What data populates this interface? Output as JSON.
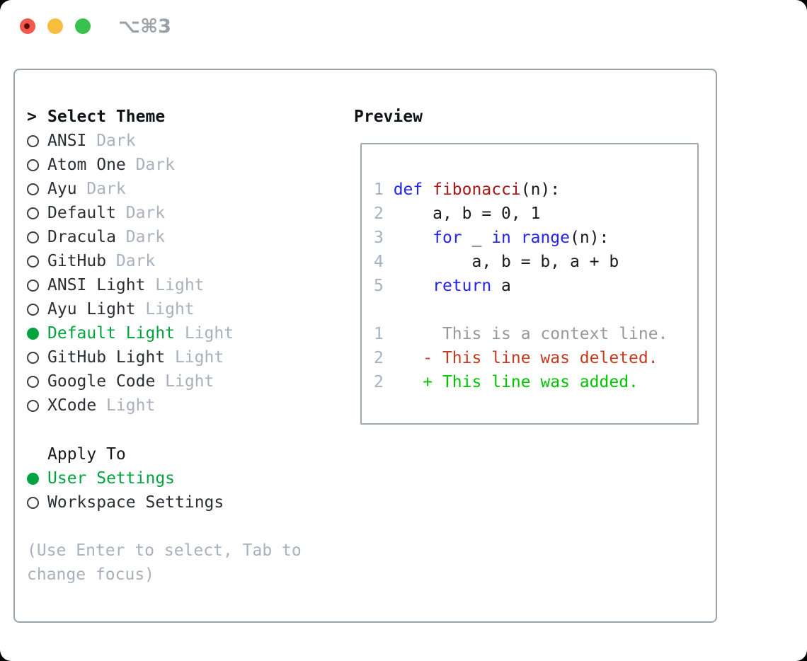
{
  "window": {
    "title": "⌥⌘3",
    "traffic_lights": [
      "close",
      "minimize",
      "zoom"
    ]
  },
  "theme_list": {
    "header_prefix": ">",
    "header": "Select Theme",
    "items": [
      {
        "name": "ANSI",
        "variant": "Dark",
        "selected": false
      },
      {
        "name": "Atom One",
        "variant": "Dark",
        "selected": false
      },
      {
        "name": "Ayu",
        "variant": "Dark",
        "selected": false
      },
      {
        "name": "Default",
        "variant": "Dark",
        "selected": false
      },
      {
        "name": "Dracula",
        "variant": "Dark",
        "selected": false
      },
      {
        "name": "GitHub",
        "variant": "Dark",
        "selected": false
      },
      {
        "name": "ANSI Light",
        "variant": "Light",
        "selected": false
      },
      {
        "name": "Ayu Light",
        "variant": "Light",
        "selected": false
      },
      {
        "name": "Default Light",
        "variant": "Light",
        "selected": true
      },
      {
        "name": "GitHub Light",
        "variant": "Light",
        "selected": false
      },
      {
        "name": "Google Code",
        "variant": "Light",
        "selected": false
      },
      {
        "name": "XCode",
        "variant": "Light",
        "selected": false
      }
    ]
  },
  "apply_to": {
    "header": "Apply To",
    "options": [
      {
        "label": "User Settings",
        "selected": true
      },
      {
        "label": "Workspace Settings",
        "selected": false
      }
    ]
  },
  "hint_lines": [
    "(Use Enter to select, Tab to",
    "change focus)"
  ],
  "preview": {
    "header": "Preview",
    "lines": [
      [
        {
          "t": "1 ",
          "s": "ln"
        },
        {
          "t": "def",
          "s": "kw"
        },
        {
          "t": " ",
          "s": "code"
        },
        {
          "t": "fibonacci",
          "s": "fn"
        },
        {
          "t": "(n):",
          "s": "code"
        }
      ],
      [
        {
          "t": "2 ",
          "s": "ln"
        },
        {
          "t": "    a, b = 0, 1",
          "s": "code"
        }
      ],
      [
        {
          "t": "3 ",
          "s": "ln"
        },
        {
          "t": "    ",
          "s": "code"
        },
        {
          "t": "for",
          "s": "kw"
        },
        {
          "t": " _ ",
          "s": "code"
        },
        {
          "t": "in",
          "s": "kw"
        },
        {
          "t": " ",
          "s": "code"
        },
        {
          "t": "range",
          "s": "kw"
        },
        {
          "t": "(n):",
          "s": "code"
        }
      ],
      [
        {
          "t": "4 ",
          "s": "ln"
        },
        {
          "t": "        a, b = b, a + b",
          "s": "code"
        }
      ],
      [
        {
          "t": "5 ",
          "s": "ln"
        },
        {
          "t": "    ",
          "s": "code"
        },
        {
          "t": "return",
          "s": "kw"
        },
        {
          "t": " a",
          "s": "code"
        }
      ],
      [],
      [
        {
          "t": "1",
          "s": "ln"
        },
        {
          "t": "      This is a context line.",
          "s": "ctx"
        }
      ],
      [
        {
          "t": "2",
          "s": "ln"
        },
        {
          "t": "    - This line was deleted.",
          "s": "del"
        }
      ],
      [
        {
          "t": "2",
          "s": "ln"
        },
        {
          "t": "    + This line was added.",
          "s": "add"
        }
      ]
    ]
  },
  "colors": {
    "selected_green": "#00a33e",
    "added_green": "#00c300",
    "deleted_red": "#c43a1f",
    "keyword_blue": "#2323f0",
    "function_red": "#a61717",
    "muted_gray": "#a9b1bc",
    "line_number_gray": "#a6b2c0",
    "context_gray": "#98989a",
    "panel_border": "#9ba4ae",
    "traffic_red": "#f4574e",
    "traffic_yellow": "#f6bd3f",
    "traffic_green": "#39c14e"
  }
}
